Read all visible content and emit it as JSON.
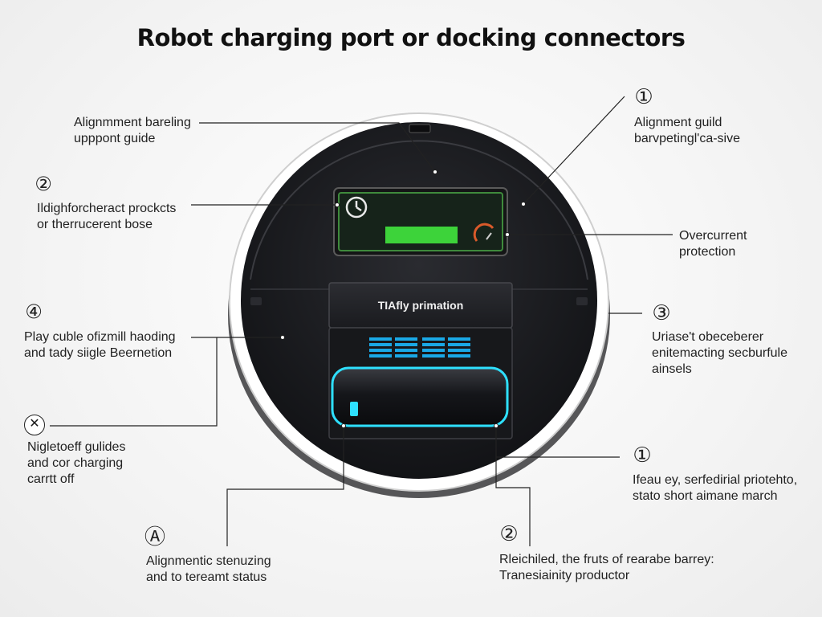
{
  "title": "Robot charging port or docking connectors",
  "colors": {
    "body": "#1c1d21",
    "rim": "#ffffff",
    "lcd_border": "#3f8a3c",
    "lcd_bar": "#3dd33a",
    "cell_glow": "#2ee0ff",
    "vent": "#1aa8e6"
  },
  "panel_text": "TIAfly primation",
  "callouts": [
    {
      "id": "c-top-left",
      "badge": "",
      "line1": "Alignmment bareling",
      "line2": "upppont guide"
    },
    {
      "id": "c-left-1",
      "badge": "②",
      "line1": "Ildighforcheract prockcts",
      "line2": "or therrucerent bose"
    },
    {
      "id": "c-left-2",
      "badge": "④",
      "line1": "Play cuble ofizmill haoding",
      "line2": "and tady siigle Beernetion"
    },
    {
      "id": "c-left-3",
      "badge": "",
      "line1": "Nigletoeff gulides",
      "line2": "and cor charging",
      "line3": "carrtt off"
    },
    {
      "id": "c-bottom-left",
      "badge": "Ⓐ",
      "line1": "Alignmentic stenuzing",
      "line2": "and to tereamt status"
    },
    {
      "id": "c-top-right",
      "badge": "①",
      "line1": "Alignment guild",
      "line2": "barvpetingl'ca-sive"
    },
    {
      "id": "c-right-1",
      "badge": "",
      "line1": "Overcurrent",
      "line2": "protection"
    },
    {
      "id": "c-right-2",
      "badge": "③",
      "line1": "Uriase't obeceberer",
      "line2": "enitemacting secburfule",
      "line3": "ainsels"
    },
    {
      "id": "c-right-3",
      "badge": "①",
      "line1": "Ifeau ey, serfedirial priotehto,",
      "line2": "stato short aimane march"
    },
    {
      "id": "c-bottom-right",
      "badge": "②",
      "line1": "Rleichiled, the fruts of rearabe barrey:",
      "line2": "Tranesiainity productor"
    }
  ]
}
